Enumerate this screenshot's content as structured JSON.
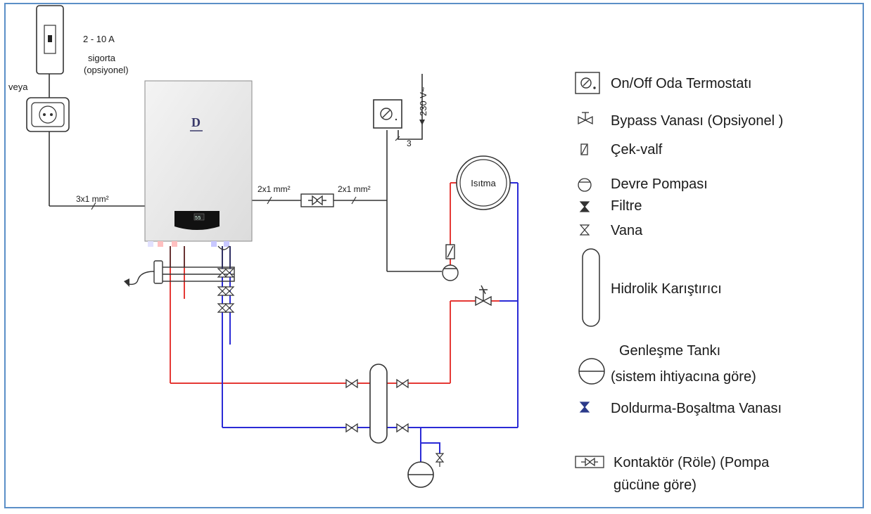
{
  "fuse": {
    "line1": "2 - 10 A",
    "line2": "sigorta",
    "line3": "(opsiyonel)"
  },
  "veya": "veya",
  "cable_3x1": "3x1 mm²",
  "cable_2x1_a": "2x1 mm²",
  "cable_2x1_b": "2x1 mm²",
  "voltage": "230 V~",
  "wire_count": "3",
  "circuit_label": "Isıtma",
  "boiler_display": "55",
  "colors": {
    "hot": "#e53935",
    "cold": "#2b2bd6",
    "wire": "#333333",
    "frame": "#5b8fc7"
  },
  "legend": {
    "thermostat": "On/Off Oda Termostatı",
    "bypass": "Bypass Vanası (Opsiyonel )",
    "check_valve": "Çek-valf",
    "pump": "Devre Pompası",
    "filter": "Filtre",
    "valve": "Vana",
    "mixer": "Hidrolik Karıştırıcı",
    "expansion_1": "Genleşme Tankı",
    "expansion_2": "(sistem ihtiyacına göre)",
    "drain": "Doldurma-Boşaltma Vanası",
    "contactor_1": "Kontaktör (Röle) (Pompa",
    "contactor_2": "gücüne göre)"
  }
}
